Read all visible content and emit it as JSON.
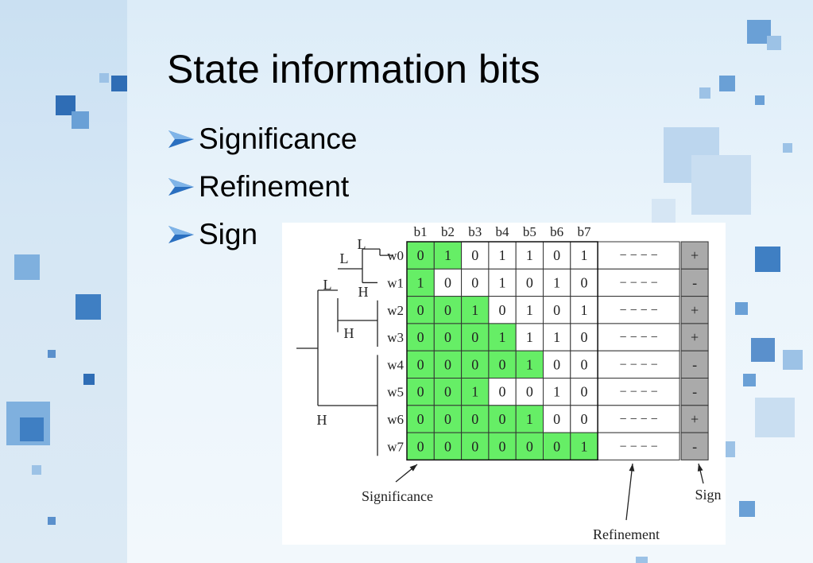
{
  "slide": {
    "title": "State information bits",
    "bullets": [
      "Significance",
      "Refinement",
      "Sign"
    ]
  },
  "figure": {
    "columns": [
      "b1",
      "b2",
      "b3",
      "b4",
      "b5",
      "b6",
      "b7"
    ],
    "rows": [
      {
        "label": "w0",
        "bits": [
          "0",
          "1",
          "0",
          "1",
          "1",
          "0",
          "1"
        ],
        "green": 2,
        "refine": "− − − −",
        "sign": "+"
      },
      {
        "label": "w1",
        "bits": [
          "1",
          "0",
          "0",
          "1",
          "0",
          "1",
          "0"
        ],
        "green": 1,
        "refine": "− − − −",
        "sign": "-"
      },
      {
        "label": "w2",
        "bits": [
          "0",
          "0",
          "1",
          "0",
          "1",
          "0",
          "1"
        ],
        "green": 3,
        "refine": "− − − −",
        "sign": "+"
      },
      {
        "label": "w3",
        "bits": [
          "0",
          "0",
          "0",
          "1",
          "1",
          "1",
          "0"
        ],
        "green": 4,
        "refine": "− − − −",
        "sign": "+"
      },
      {
        "label": "w4",
        "bits": [
          "0",
          "0",
          "0",
          "0",
          "1",
          "0",
          "0"
        ],
        "green": 5,
        "refine": "− − − −",
        "sign": "-"
      },
      {
        "label": "w5",
        "bits": [
          "0",
          "0",
          "1",
          "0",
          "0",
          "1",
          "0"
        ],
        "green": 3,
        "refine": "− − − −",
        "sign": "-"
      },
      {
        "label": "w6",
        "bits": [
          "0",
          "0",
          "0",
          "0",
          "1",
          "0",
          "0"
        ],
        "green": 5,
        "refine": "− − − −",
        "sign": "+"
      },
      {
        "label": "w7",
        "bits": [
          "0",
          "0",
          "0",
          "0",
          "0",
          "0",
          "1"
        ],
        "green": 7,
        "refine": "− − − −",
        "sign": "-"
      }
    ],
    "tree_labels": [
      "L",
      "L",
      "L",
      "H",
      "H",
      "H"
    ],
    "annotations": {
      "significance": "Significance",
      "refinement": "Refinement",
      "sign": "Sign"
    },
    "colors": {
      "green": "#66ee66",
      "sign_bg": "#aaaaaa",
      "border": "#333333"
    }
  }
}
